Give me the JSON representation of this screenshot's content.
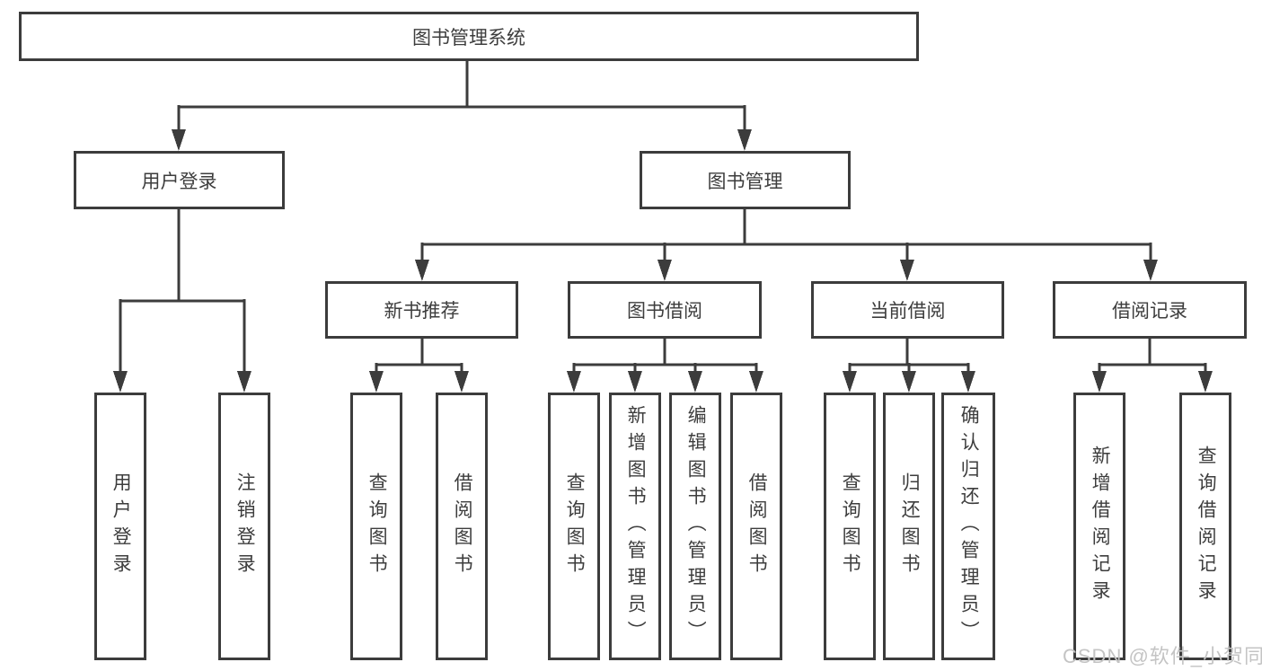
{
  "diagram": {
    "root": {
      "label": "图书管理系统"
    },
    "branches": [
      {
        "label": "用户登录",
        "leaves": [
          {
            "label": "用户登录"
          },
          {
            "label": "注销登录"
          }
        ]
      },
      {
        "label": "图书管理",
        "sections": [
          {
            "label": "新书推荐",
            "leaves": [
              {
                "label": "查询图书"
              },
              {
                "label": "借阅图书"
              }
            ]
          },
          {
            "label": "图书借阅",
            "leaves": [
              {
                "label": "查询图书"
              },
              {
                "label": "新增图书（管理员）"
              },
              {
                "label": "编辑图书（管理员）"
              },
              {
                "label": "借阅图书"
              }
            ]
          },
          {
            "label": "当前借阅",
            "leaves": [
              {
                "label": "查询图书"
              },
              {
                "label": "归还图书"
              },
              {
                "label": "确认归还（管理员）"
              }
            ]
          },
          {
            "label": "借阅记录",
            "leaves": [
              {
                "label": "新增借阅记录"
              },
              {
                "label": "查询借阅记录"
              }
            ]
          }
        ]
      }
    ]
  },
  "watermark": {
    "text": "CSDN @软件_小贺同学"
  },
  "colors": {
    "line": "#3c3c3c",
    "text": "#3d3d3d",
    "watermark": "#c4c4c4",
    "background": "#ffffff"
  }
}
